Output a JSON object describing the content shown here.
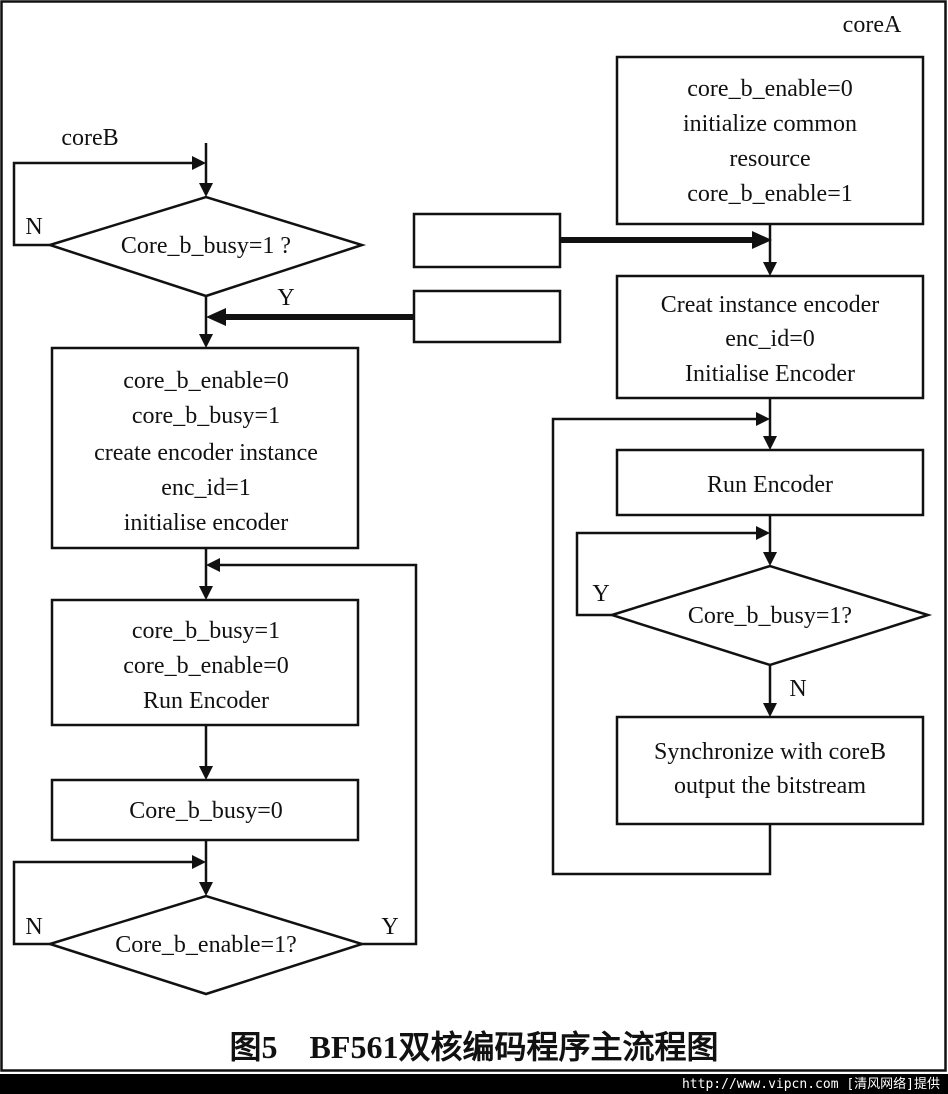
{
  "diagram": {
    "core_a_label": "coreA",
    "core_b_label": "coreB",
    "core_b": {
      "decision_busy": "Core_b_busy=1 ?",
      "branch_n_top": "N",
      "branch_y_top": "Y",
      "init_lines": [
        "core_b_enable=0",
        "core_b_busy=1",
        "create encoder instance",
        "enc_id=1",
        "initialise encoder"
      ],
      "run_lines": [
        "core_b_busy=1",
        "core_b_enable=0",
        "Run Encoder"
      ],
      "busy_zero": "Core_b_busy=0",
      "decision_enable": "Core_b_enable=1?",
      "branch_n_bottom": "N",
      "branch_y_bottom": "Y"
    },
    "core_a": {
      "init_lines": [
        "core_b_enable=0",
        "initialize common",
        "resource",
        "core_b_enable=1"
      ],
      "instance_lines": [
        "Creat instance encoder",
        "enc_id=0",
        "Initialise Encoder"
      ],
      "run_encoder": "Run Encoder",
      "decision_busy": "Core_b_busy=1?",
      "branch_y": "Y",
      "branch_n": "N",
      "sync_lines": [
        "Synchronize with coreB",
        "output the bitstream"
      ]
    },
    "caption": "图5　BF561双核编码程序主流程图",
    "footer": "http://www.vipcn.com [清风网络]提供"
  }
}
